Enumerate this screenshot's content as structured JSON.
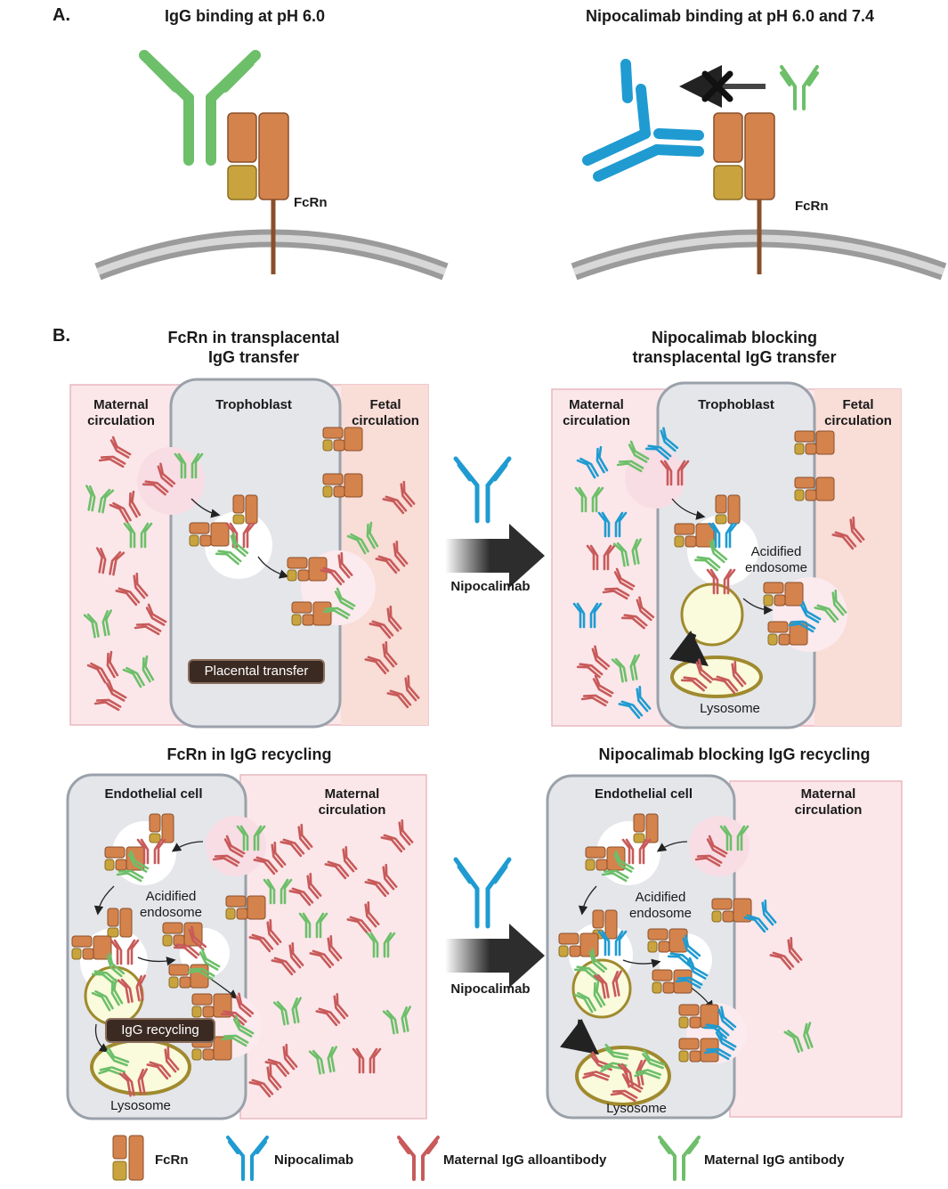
{
  "panel_a": {
    "letter": "A.",
    "left_title": "IgG binding at pH 6.0",
    "right_title": "Nipocalimab binding at pH 6.0 and 7.4",
    "fcrn_label_left": "FcRn",
    "fcrn_label_right": "FcRn"
  },
  "panel_b": {
    "letter": "B.",
    "top_left": {
      "title_line1": "FcRn in transplacental",
      "title_line2": "IgG transfer",
      "maternal_l1": "Maternal",
      "maternal_l2": "circulation",
      "cell": "Trophoblast",
      "fetal_l1": "Fetal",
      "fetal_l2": "circulation",
      "tag": "Placental transfer"
    },
    "top_right": {
      "title_line1": "Nipocalimab blocking",
      "title_line2": "transplacental IgG transfer",
      "maternal_l1": "Maternal",
      "maternal_l2": "circulation",
      "cell": "Trophoblast",
      "fetal_l1": "Fetal",
      "fetal_l2": "circulation",
      "endo_l1": "Acidified",
      "endo_l2": "endosome",
      "lysosome": "Lysosome"
    },
    "arrow_label_top": "Nipocalimab",
    "bottom_left": {
      "title": "FcRn in IgG recycling",
      "cell": "Endothelial cell",
      "maternal_l1": "Maternal",
      "maternal_l2": "circulation",
      "endo_l1": "Acidified",
      "endo_l2": "endosome",
      "tag": "IgG recycling",
      "lysosome": "Lysosome"
    },
    "bottom_right": {
      "title": "Nipocalimab blocking IgG recycling",
      "cell": "Endothelial cell",
      "maternal_l1": "Maternal",
      "maternal_l2": "circulation",
      "endo_l1": "Acidified",
      "endo_l2": "endosome",
      "lysosome": "Lysosome"
    },
    "arrow_label_bottom": "Nipocalimab"
  },
  "legend": {
    "fcrn": "FcRn",
    "nipocalimab": "Nipocalimab",
    "alloantibody": "Maternal IgG alloantibody",
    "antibody": "Maternal IgG antibody"
  },
  "colors": {
    "fcrn": "#d4834c",
    "fcrn_small": "#c9a33e",
    "nipocalimab": "#1f9bd1",
    "alloantibody": "#c85a5a",
    "antibody": "#6dbf6a",
    "maternal_bg": "#fbe7ea",
    "fetal_bg": "#f9ddd7",
    "cell_bg": "#e4e6ea"
  }
}
